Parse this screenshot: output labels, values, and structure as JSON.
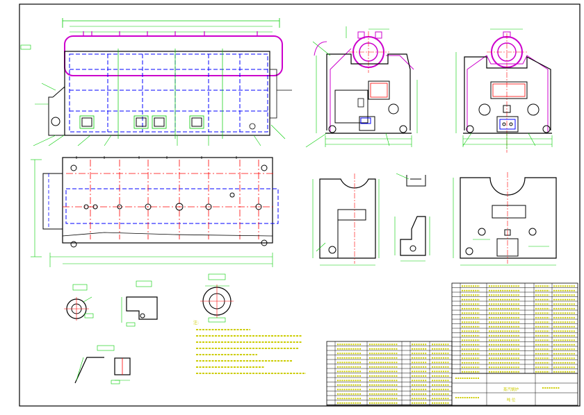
{
  "drawing": {
    "notes_heading": "注:",
    "title_block_name": "蒸汽锅炉",
    "title_block_unit": "吨 位"
  },
  "palette": {
    "outline": "#000000",
    "dimension": "#00cc00",
    "hidden": "#0000ff",
    "center": "#ff0000",
    "pipe": "#cc00cc",
    "text": "#00aa00",
    "note": "#cccc00"
  }
}
